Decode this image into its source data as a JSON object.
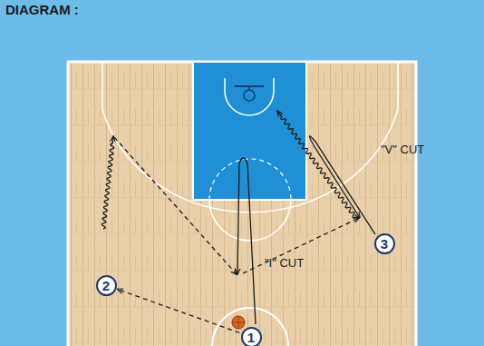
{
  "diagram": {
    "nodes": [
      {
        "text": [
          "1"
        ]
      },
      {
        "text": [
          "2"
        ]
      },
      {
        "text": [
          "3"
        ]
      }
    ],
    "edges": [
      {
        "from": 0,
        "to": 1,
        "arrow": "to"
      }
    ],
    "labels": [
      "DIAGRAM :",
      "\"V\" CUT",
      "\"I\" CUT"
    ]
  }
}
